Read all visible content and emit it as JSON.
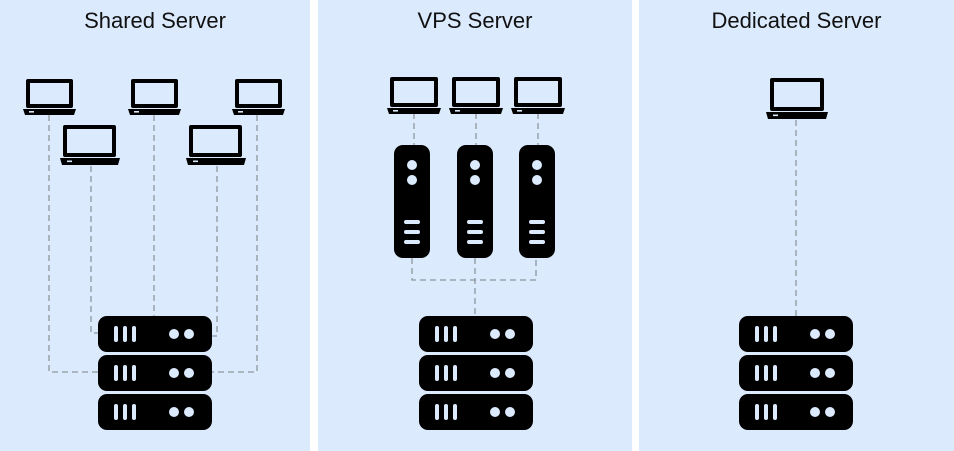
{
  "diagram": {
    "title": "Hosting types comparison",
    "background_color": "#dbeafd",
    "icon_color": "#000000",
    "connector_color": "#8f969c",
    "panels": [
      {
        "title": "Shared Server",
        "client_count": 5,
        "virtual_server_count": 0,
        "physical_server_units": 3,
        "client_icon": "laptop-icon",
        "server_icon": "server-rack-icon"
      },
      {
        "title": "VPS Server",
        "client_count": 3,
        "virtual_server_count": 3,
        "physical_server_units": 3,
        "client_icon": "laptop-icon",
        "virtual_server_icon": "server-tower-icon",
        "server_icon": "server-rack-icon"
      },
      {
        "title": "Dedicated Server",
        "client_count": 1,
        "virtual_server_count": 0,
        "physical_server_units": 3,
        "client_icon": "laptop-icon",
        "server_icon": "server-rack-icon"
      }
    ]
  }
}
